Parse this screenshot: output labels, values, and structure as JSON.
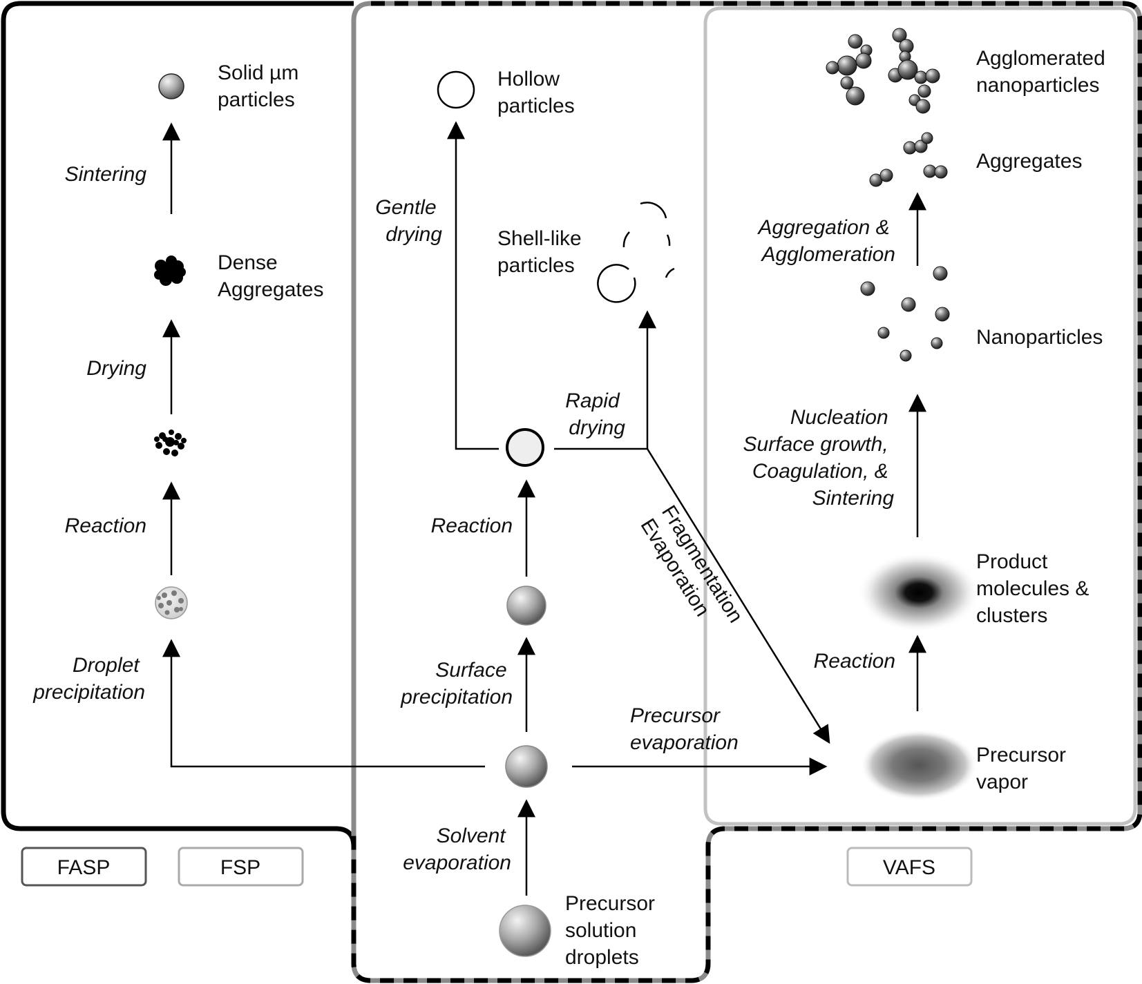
{
  "legend": {
    "fasp": "FASP",
    "fsp": "FSP",
    "vafs": "VAFS"
  },
  "colors": {
    "fasp_border": "#000000",
    "fsp_border": "#888888",
    "vafs_border": "#bbbbbb"
  },
  "fasp": {
    "stages": {
      "solid": [
        "Solid µm",
        "particles"
      ],
      "dense": [
        "Dense",
        "Aggregates"
      ]
    },
    "processes": {
      "sintering": [
        "Sintering"
      ],
      "drying": [
        "Drying"
      ],
      "reaction": [
        "Reaction"
      ],
      "droplet_precipitation": [
        "Droplet",
        "precipitation"
      ]
    }
  },
  "fsp": {
    "stages": {
      "hollow": [
        "Hollow",
        "particles"
      ],
      "shell": [
        "Shell-like",
        "particles"
      ],
      "droplets": [
        "Precursor",
        "solution",
        "droplets"
      ]
    },
    "processes": {
      "gentle_drying": [
        "Gentle",
        "drying"
      ],
      "rapid_drying": [
        "Rapid",
        "drying"
      ],
      "reaction": [
        "Reaction"
      ],
      "surface_precipitation": [
        "Surface",
        "precipitation"
      ],
      "solvent_evaporation": [
        "Solvent",
        "evaporation"
      ],
      "precursor_evaporation": [
        "Precursor",
        "evaporation"
      ],
      "fragmentation": [
        "Fragmentation",
        "Evaporation"
      ]
    }
  },
  "vafs": {
    "stages": {
      "agglomerated": [
        "Agglomerated",
        "nanoparticles"
      ],
      "aggregates": [
        "Aggregates"
      ],
      "nanoparticles": [
        "Nanoparticles"
      ],
      "product": [
        "Product",
        "molecules &",
        "clusters"
      ],
      "vapor": [
        "Precursor",
        "vapor"
      ]
    },
    "processes": {
      "aggregation": [
        "Aggregation &",
        "Agglomeration"
      ],
      "nucleation": [
        "Nucleation",
        "Surface growth,",
        "Coagulation, &",
        "Sintering"
      ],
      "reaction": [
        "Reaction"
      ]
    }
  }
}
